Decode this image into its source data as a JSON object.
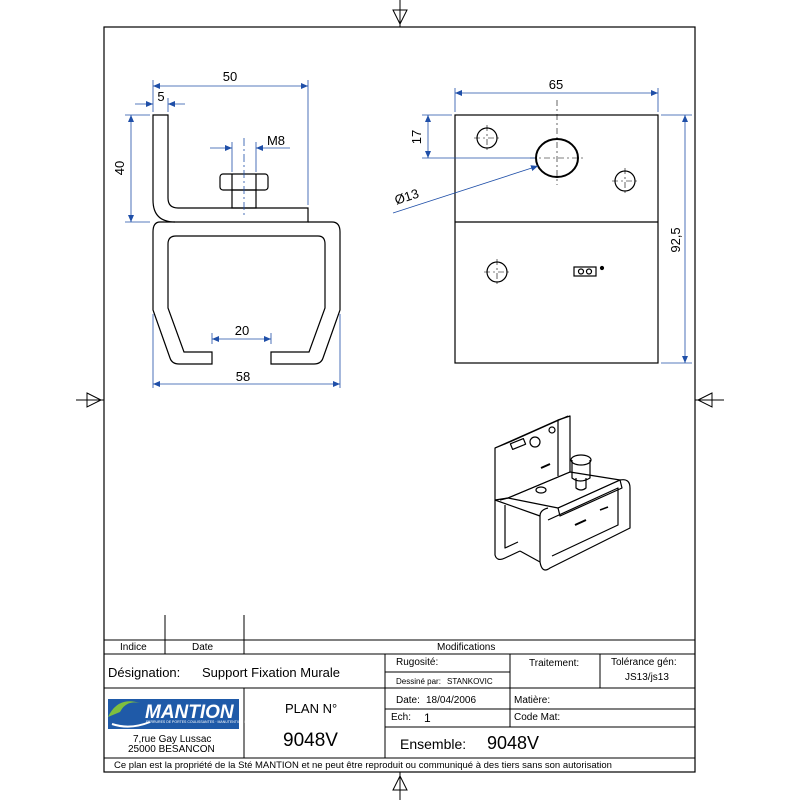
{
  "drawing": {
    "side_view": {
      "dim_top_width": "50",
      "dim_flange": "5",
      "dim_bolt": "M8",
      "dim_height": "40",
      "dim_slot": "20",
      "dim_bottom_width": "58"
    },
    "front_view": {
      "dim_width": "65",
      "dim_offset": "17",
      "dim_hole": "Ø13",
      "dim_height": "92,5"
    }
  },
  "title_block": {
    "indice_label": "Indice",
    "date_label": "Date",
    "modifications_label": "Modifications",
    "designation_label": "Désignation:",
    "designation_value": "Support Fixation Murale",
    "rugosite_label": "Rugosité:",
    "dessine_label": "Dessiné par:",
    "dessine_value": "STANKOVIC",
    "traitement_label": "Traitement:",
    "tolerance_label": "Tolérance gén:",
    "tolerance_value": "JS13/js13",
    "logo_text": "MANTION",
    "logo_subtext": "FERRURES DE PORTES COULISSANTES · MANUTENTION PAR MONORAIL",
    "address_line1": "7,rue Gay Lussac",
    "address_line2": "25000 BESANCON",
    "plan_label": "PLAN N°",
    "plan_value": "9048V",
    "date_field_label": "Date:",
    "date_field_value": "18/04/2006",
    "echelle_label": "Ech:",
    "echelle_value": "1",
    "matiere_label": "Matière:",
    "code_mat_label": "Code Mat:",
    "ensemble_label": "Ensemble:",
    "ensemble_value": "9048V",
    "footer": "Ce plan est la propriété de la Sté MANTION et ne peut être reproduit ou communiqué à des tiers sans son autorisation"
  },
  "colors": {
    "dimension": "#1f4fa8",
    "logo_blue": "#1f5aa8",
    "logo_green": "#7fbf3f"
  }
}
